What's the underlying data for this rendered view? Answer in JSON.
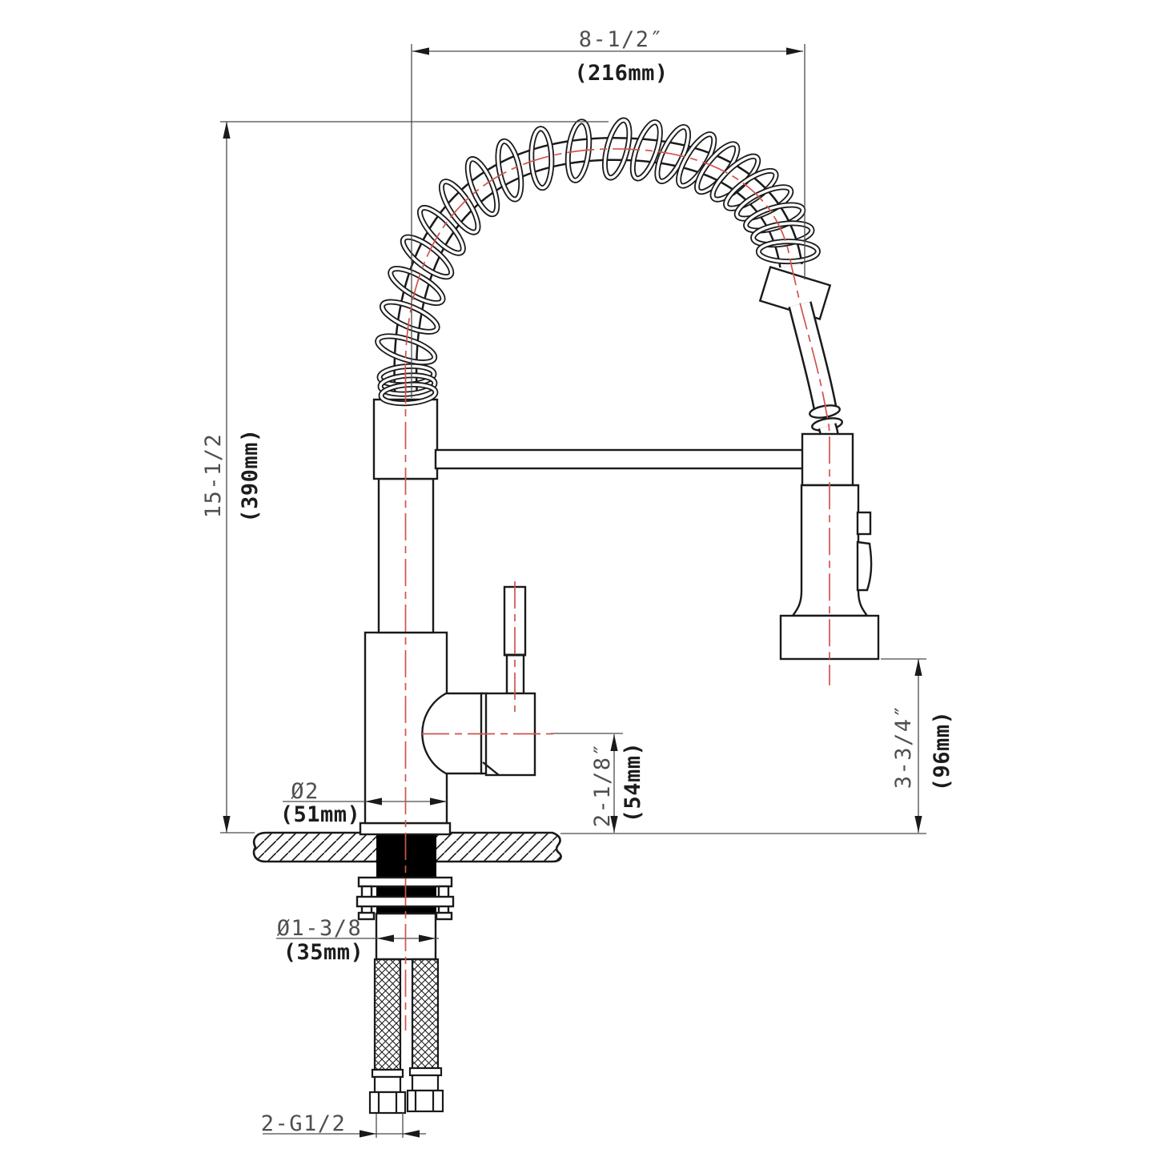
{
  "drawing": {
    "dims": {
      "top_width_in": "8-1/2″",
      "top_width_mm": "(216mm)",
      "height_in": "15-1/2",
      "height_mm": "(390mm)",
      "handle_in": "2-1/8″",
      "handle_mm": "(54mm)",
      "spray_in": "3-3/4″",
      "spray_mm": "(96mm)",
      "base_dia_in": "Ø2",
      "base_dia_mm": "(51mm)",
      "shank_dia_in": "Ø1-3/8",
      "shank_dia_mm": "(35mm)",
      "thread": "2-G1/2"
    },
    "colors": {
      "object_line": "#1a1a1a",
      "dim_line": "#4a4a4a",
      "centerline_red": "#cf544e"
    }
  }
}
